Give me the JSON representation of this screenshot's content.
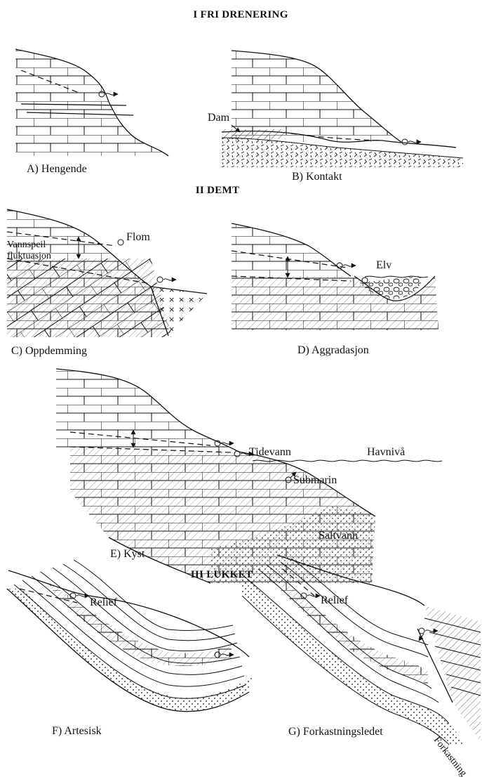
{
  "sections": {
    "s1": "I   FRI DRENERING",
    "s2": "II   DEMT",
    "s3": "III   LUKKET"
  },
  "captions": {
    "a": "A) Hengende",
    "b": "B) Kontakt",
    "c": "C) Oppdemming",
    "d": "D) Aggradasjon",
    "e": "E) Kyst",
    "f": "F) Artesisk",
    "g": "G) Forkastningsledet"
  },
  "labels": {
    "dam": "Dam",
    "vannspeil_1": "Vannspeil",
    "vannspeil_2": "fluktuasjon",
    "flom": "Flom",
    "elv": "Elv",
    "tidevann": "Tidevann",
    "havniva": "Havnivå",
    "submarin": "Submarin",
    "saltvann": "Saltvann",
    "relief_f": "Relief",
    "relief_g": "Relief",
    "forkastning": "Forkastning"
  }
}
